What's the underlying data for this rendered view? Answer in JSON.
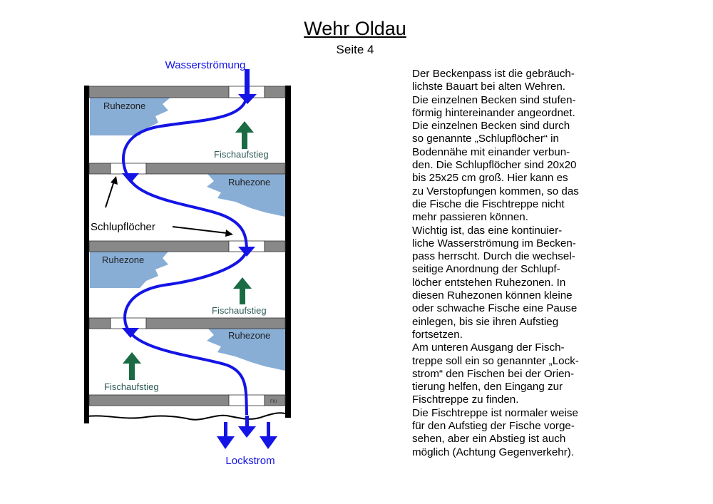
{
  "title": "Wehr Oldau",
  "subtitle": "Seite 4",
  "diagram": {
    "labels": {
      "water_flow": "Wasserströmung",
      "rest_zone_1": "Ruhezone",
      "rest_zone_2": "Ruhezone",
      "rest_zone_3": "Ruhezone",
      "rest_zone_4": "Ruhezone",
      "fish_ascent_1": "Fischaufstieg",
      "fish_ascent_2": "Fischaufstieg",
      "fish_ascent_3": "Fischaufstieg",
      "slip_holes": "Schlupflöcher",
      "attraction_current": "Lockstrom",
      "small_tag": "FKI"
    },
    "colors": {
      "water": "#1414e6",
      "fish_arrow": "#1a6b43",
      "rest_zone": "#88aed6",
      "rest_zone_label": "#222222",
      "fish_label": "#2d5a57",
      "wall": "#000000",
      "barrier": "#888888"
    }
  },
  "text": {
    "paragraph": "Der Beckenpass ist die gebräuch-\nlichste Bauart bei alten Wehren.\nDie einzelnen Becken sind stufen-\nförmig hintereinander angeordnet.\nDie einzelnen Becken sind durch\nso genannte „Schlupflöcher“ in\nBodennähe mit einander verbun-\nden. Die Schlupflöcher sind 20x20\nbis  25x25 cm groß. Hier kann es\nzu Verstopfungen kommen, so das\ndie Fische die Fischtreppe nicht\nmehr passieren können.\nWichtig ist, das eine kontinuier-\nliche Wasserströmung im Becken-\npass herrscht. Durch die wechsel-\nseitige Anordnung der Schlupf-\nlöcher entstehen Ruhezonen. In\ndiesen Ruhezonen können kleine\noder schwache Fische eine Pause\neinlegen, bis sie ihren Aufstieg\nfortsetzen.\nAm unteren Ausgang der Fisch-\ntreppe soll ein so genannter „Lock-\nstrom“ den Fischen bei der Orien-\ntierung helfen, den Eingang zur\nFischtreppe zu finden.\nDie Fischtreppe ist normaler weise\nfür den Aufstieg der Fische vorge-\nsehen, aber ein Abstieg ist auch\nmöglich (Achtung Gegenverkehr)."
  }
}
